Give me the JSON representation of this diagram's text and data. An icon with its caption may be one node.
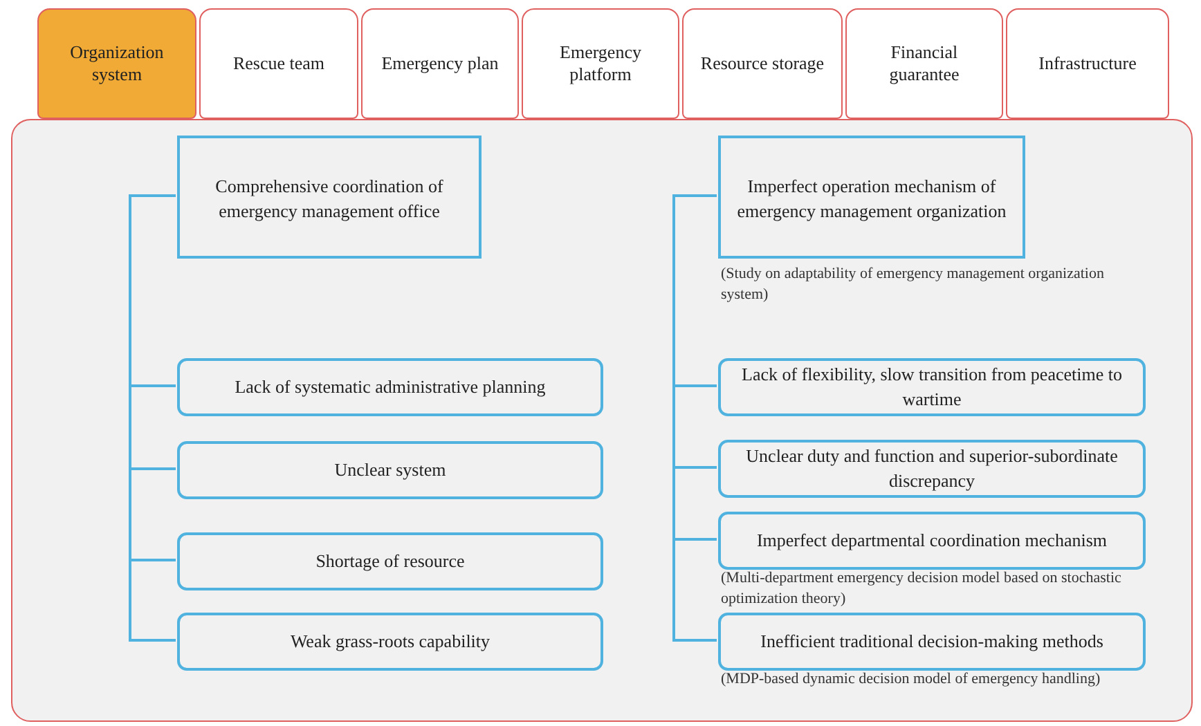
{
  "diagram": {
    "nodes": [
      {
        "text": [
          "Organization system"
        ]
      },
      {
        "text": [
          "Rescue team"
        ]
      },
      {
        "text": [
          "Emergency plan"
        ]
      },
      {
        "text": [
          "Emergency platform"
        ]
      },
      {
        "text": [
          "Resource storage"
        ]
      },
      {
        "text": [
          "Financial guarantee"
        ]
      },
      {
        "text": [
          "Infrastructure"
        ]
      },
      {
        "text": [],
        "shape": "box"
      },
      {
        "text": [
          "Comprehensive coordination of emergency management office"
        ],
        "in": 7
      },
      {
        "text": [
          "Lack of systematic administrative planning"
        ],
        "in": 7
      },
      {
        "text": [
          "Unclear system"
        ],
        "in": 7
      },
      {
        "text": [
          "Shortage of resource"
        ],
        "in": 7
      },
      {
        "text": [
          "Weak grass-roots capability"
        ],
        "in": 7
      },
      {
        "text": [
          "Imperfect operation mechanism of emergency management organization"
        ],
        "in": 7,
        "beside": [
          "(Study on adaptability of emergency management organization system)"
        ]
      },
      {
        "text": [
          "Lack of flexibility, slow transition from peacetime to wartime"
        ],
        "in": 7
      },
      {
        "text": [
          "Unclear duty and function and superior-subordinate discrepancy"
        ],
        "in": 7
      },
      {
        "text": [
          "Imperfect departmental coordination mechanism"
        ],
        "in": 7,
        "beside": [
          "(Multi-department emergency decision model based on stochastic optimization theory)"
        ]
      },
      {
        "text": [
          "Inefficient traditional decision-making methods"
        ],
        "in": 7,
        "beside": [
          "(MDP-based dynamic decision model of emergency handling)"
        ]
      }
    ],
    "edges": [
      {
        "from": 8,
        "to": 9,
        "arrow": "none"
      },
      {
        "from": 8,
        "to": 10,
        "arrow": "none"
      },
      {
        "from": 8,
        "to": 11,
        "arrow": "none"
      },
      {
        "from": 8,
        "to": 12,
        "arrow": "none"
      },
      {
        "from": 13,
        "to": 14,
        "arrow": "none"
      },
      {
        "from": 13,
        "to": 15,
        "arrow": "none"
      },
      {
        "from": 13,
        "to": 16,
        "arrow": "none"
      },
      {
        "from": 13,
        "to": 17,
        "arrow": "none"
      }
    ]
  }
}
